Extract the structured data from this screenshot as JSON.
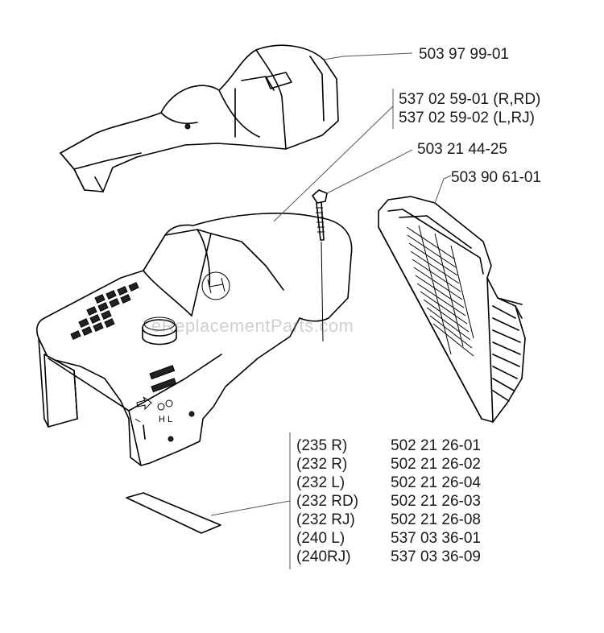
{
  "watermark": "eReplacementParts.com",
  "callouts": {
    "top_cover": "503 97 99-01",
    "cover_r_rd": "537 02 59-01 (R,RD)",
    "cover_l_rj": "537 02 59-02 (L,RJ)",
    "screw": "503 21 44-25",
    "filter_cover": "503 90 61-01"
  },
  "decal_table": [
    {
      "model": "(235 R)",
      "part": "502 21 26-01"
    },
    {
      "model": "(232 R)",
      "part": "502 21 26-02"
    },
    {
      "model": "(232 L)",
      "part": "502 21 26-04"
    },
    {
      "model": "(232 RD)",
      "part": "502 21 26-03"
    },
    {
      "model": "(232 RJ)",
      "part": "502 21 26-08"
    },
    {
      "model": "(240 L)",
      "part": "537 03 36-01"
    },
    {
      "model": "(240RJ)",
      "part": "537 03 36-09"
    }
  ],
  "cover_marking": "H L"
}
